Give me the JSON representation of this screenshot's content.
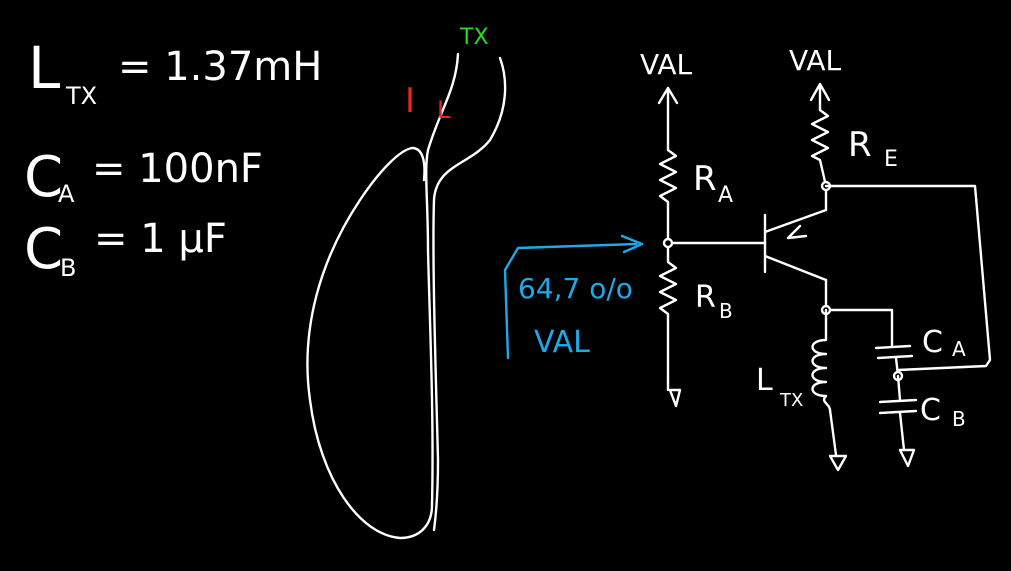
{
  "equations": {
    "ltx": {
      "symbol": "L",
      "sub": "TX",
      "rhs": "= 1.37mH"
    },
    "ca": {
      "symbol": "C",
      "sub": "A",
      "rhs": "= 100nF"
    },
    "cb": {
      "symbol": "C",
      "sub": "B",
      "rhs": "= 1 µF"
    }
  },
  "coil": {
    "tx_label": "TX",
    "current_label": "I",
    "current_sub": "L"
  },
  "circuit": {
    "supply_left": "VAL",
    "supply_right": "VAL",
    "ra": {
      "symbol": "R",
      "sub": "A"
    },
    "rb": {
      "symbol": "R",
      "sub": "B"
    },
    "re": {
      "symbol": "R",
      "sub": "E"
    },
    "ca": {
      "symbol": "C",
      "sub": "A"
    },
    "cb": {
      "symbol": "C",
      "sub": "B"
    },
    "ltx": {
      "symbol": "L",
      "sub": "TX"
    },
    "bias_note_value": "64,7 o/o",
    "bias_note_ref": "VAL"
  },
  "colors": {
    "background": "#000000",
    "ink": "#ffffff",
    "tx_label": "#22dd22",
    "current_label": "#ee2222",
    "bias_note": "#1fa8e6"
  }
}
